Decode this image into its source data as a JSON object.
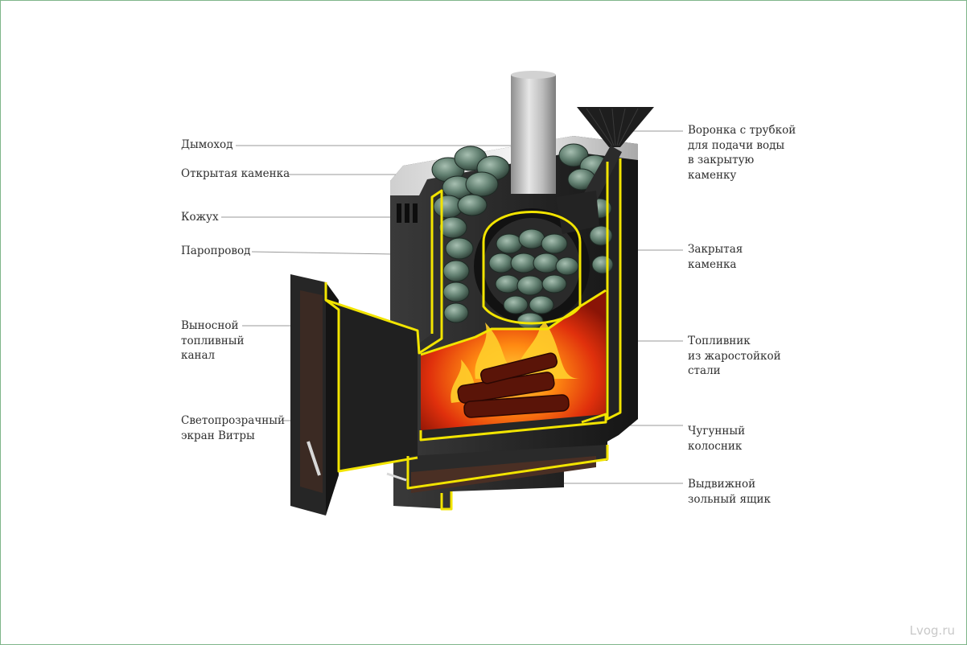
{
  "labels_left": [
    {
      "id": "chimney",
      "lines": [
        "Дымоход"
      ]
    },
    {
      "id": "open-heater",
      "lines": [
        "Открытая каменка"
      ]
    },
    {
      "id": "casing",
      "lines": [
        "Кожух"
      ]
    },
    {
      "id": "steam-duct",
      "lines": [
        "Паропровод"
      ]
    },
    {
      "id": "fuel-channel",
      "lines": [
        "Выносной",
        "топливный",
        "канал"
      ]
    },
    {
      "id": "glass-screen",
      "lines": [
        "Светопрозрачный",
        "экран Витры"
      ]
    }
  ],
  "labels_right": [
    {
      "id": "water-funnel",
      "lines": [
        "Воронка с трубкой",
        "для подачи воды",
        "в закрытую",
        "каменку"
      ]
    },
    {
      "id": "closed-heater",
      "lines": [
        "Закрытая",
        "каменка"
      ]
    },
    {
      "id": "firebox",
      "lines": [
        "Топливник",
        "из жаростойкой",
        "стали"
      ]
    },
    {
      "id": "grate",
      "lines": [
        "Чугунный",
        "колосник"
      ]
    },
    {
      "id": "ash-drawer",
      "lines": [
        "Выдвижной",
        "зольный ящик"
      ]
    }
  ],
  "watermark": "Lvog.ru",
  "colors": {
    "background": "#ffffff",
    "label_text": "#2f2f2f",
    "leader_line": "#9a9a9a",
    "cutaway_edge": "#f2e400",
    "metal_dark": "#1f1f1f",
    "fire": "#e8320f",
    "stones": "#5d7a6c"
  }
}
